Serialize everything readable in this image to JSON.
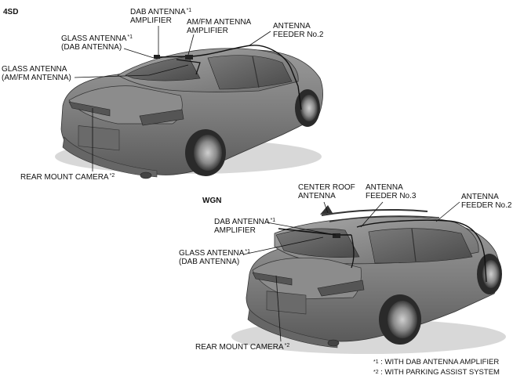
{
  "sedan": {
    "section": "4SD",
    "dab_amp_l1": "DAB ANTENNA",
    "dab_amp_l2": "AMPLIFIER",
    "dab_amp_mark": "*1",
    "amfm_amp_l1": "AM/FM ANTENNA",
    "amfm_amp_l2": "AMPLIFIER",
    "feeder2_l1": "ANTENNA",
    "feeder2_l2": "FEEDER No.2",
    "glass_dab_l1": "GLASS ANTENNA",
    "glass_dab_mark": "*1",
    "glass_dab_l2": "(DAB ANTENNA)",
    "glass_amfm_l1": "GLASS ANTENNA",
    "glass_amfm_l2": "(AM/FM ANTENNA)",
    "camera": "REAR MOUNT CAMERA",
    "camera_mark": "*2"
  },
  "wagon": {
    "section": "WGN",
    "center_roof_l1": "CENTER ROOF",
    "center_roof_l2": "ANTENNA",
    "feeder3_l1": "ANTENNA",
    "feeder3_l2": "FEEDER No.3",
    "feeder2_l1": "ANTENNA",
    "feeder2_l2": "FEEDER No.2",
    "dab_amp_l1": "DAB ANTENNA",
    "dab_amp_mark": "*1",
    "dab_amp_l2": "AMPLIFIER",
    "glass_dab_l1": "GLASS ANTENNA",
    "glass_dab_mark": "*1",
    "glass_dab_l2": "(DAB ANTENNA)",
    "camera": "REAR MOUNT CAMERA",
    "camera_mark": "*2"
  },
  "footnotes": [
    {
      "mark": "*1",
      "text": " : WITH DAB ANTENNA AMPLIFIER"
    },
    {
      "mark": "*2",
      "text": " : WITH PARKING ASSIST SYSTEM"
    }
  ]
}
